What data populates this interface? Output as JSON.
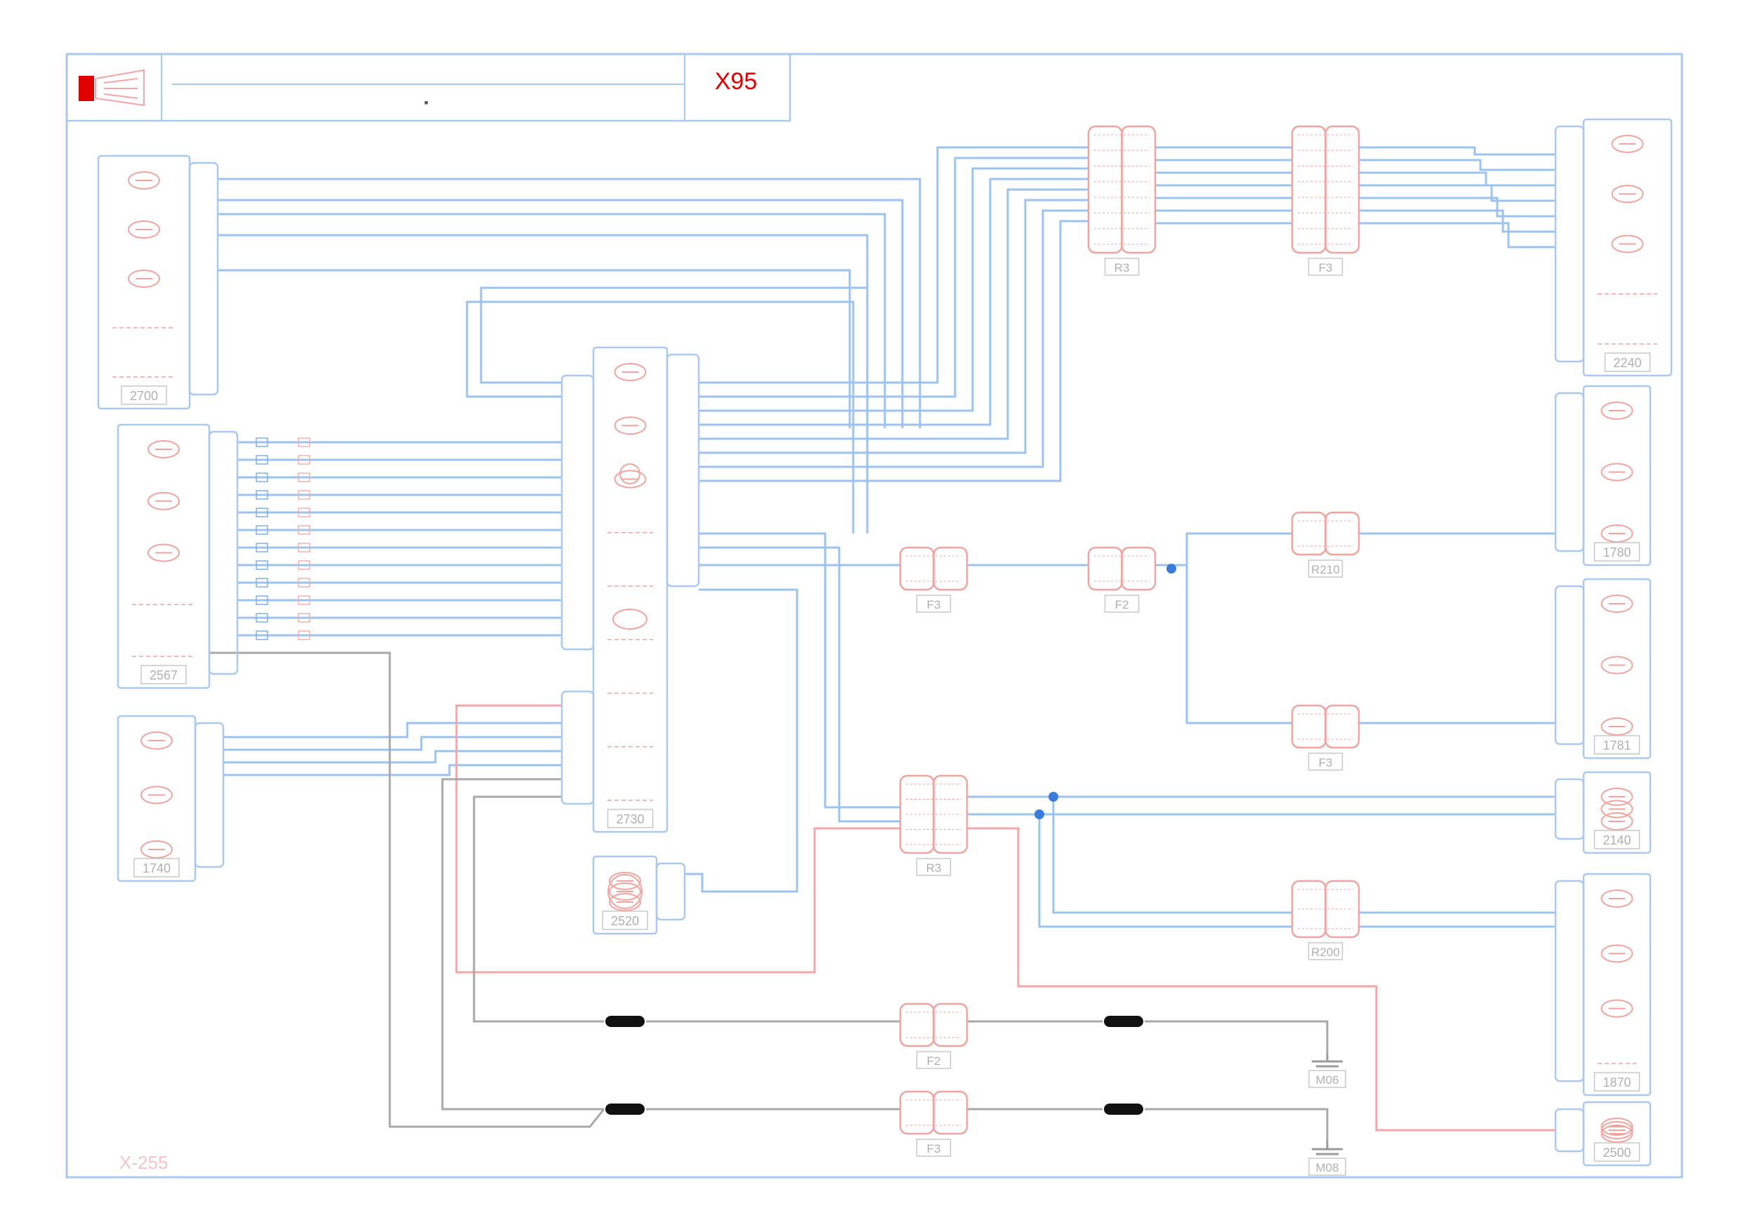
{
  "header": {
    "code": "X95",
    "subcode": "",
    "center_mark": "▪"
  },
  "components": [
    {
      "id": "c-left-top",
      "label": "2700"
    },
    {
      "id": "c-left-mid",
      "label": "2567"
    },
    {
      "id": "c-left-bot",
      "label": "1740"
    },
    {
      "id": "c-center",
      "label": "2730"
    },
    {
      "id": "c-center-small",
      "label": "2520"
    },
    {
      "id": "c-right-1",
      "label": "2240"
    },
    {
      "id": "c-right-2",
      "label": "1780"
    },
    {
      "id": "c-right-3",
      "label": "1781"
    },
    {
      "id": "c-right-4",
      "label": "2140"
    },
    {
      "id": "c-right-5",
      "label": "1870"
    },
    {
      "id": "c-right-6",
      "label": "2500"
    }
  ],
  "connectors": [
    {
      "id": "k-top-1",
      "label": "R3"
    },
    {
      "id": "k-top-2",
      "label": "F3"
    },
    {
      "id": "k-mid-1",
      "label": "F3"
    },
    {
      "id": "k-mid-2",
      "label": "F2"
    },
    {
      "id": "k-mid-3",
      "label": "R210"
    },
    {
      "id": "k-mid-4",
      "label": "F3"
    },
    {
      "id": "k-low-1",
      "label": "R3"
    },
    {
      "id": "k-low-2",
      "label": "R200"
    },
    {
      "id": "k-bot-1",
      "label": "F2"
    },
    {
      "id": "k-bot-2",
      "label": "F3"
    }
  ],
  "grounds": [
    {
      "id": "g1",
      "label": "M06"
    },
    {
      "id": "g2",
      "label": "M08"
    }
  ],
  "footer": {
    "code": "X-255"
  },
  "colors": {
    "frame": "#a9c9ee",
    "wire": "#9cc3ef",
    "wire_pink": "#f2a6aa",
    "wire_grey": "#a8a8a8",
    "component": "#f0a4a0",
    "label": "#b0b0b0",
    "splice": "#3a7bdc",
    "shield": "#111111",
    "brand": "#e00000"
  }
}
